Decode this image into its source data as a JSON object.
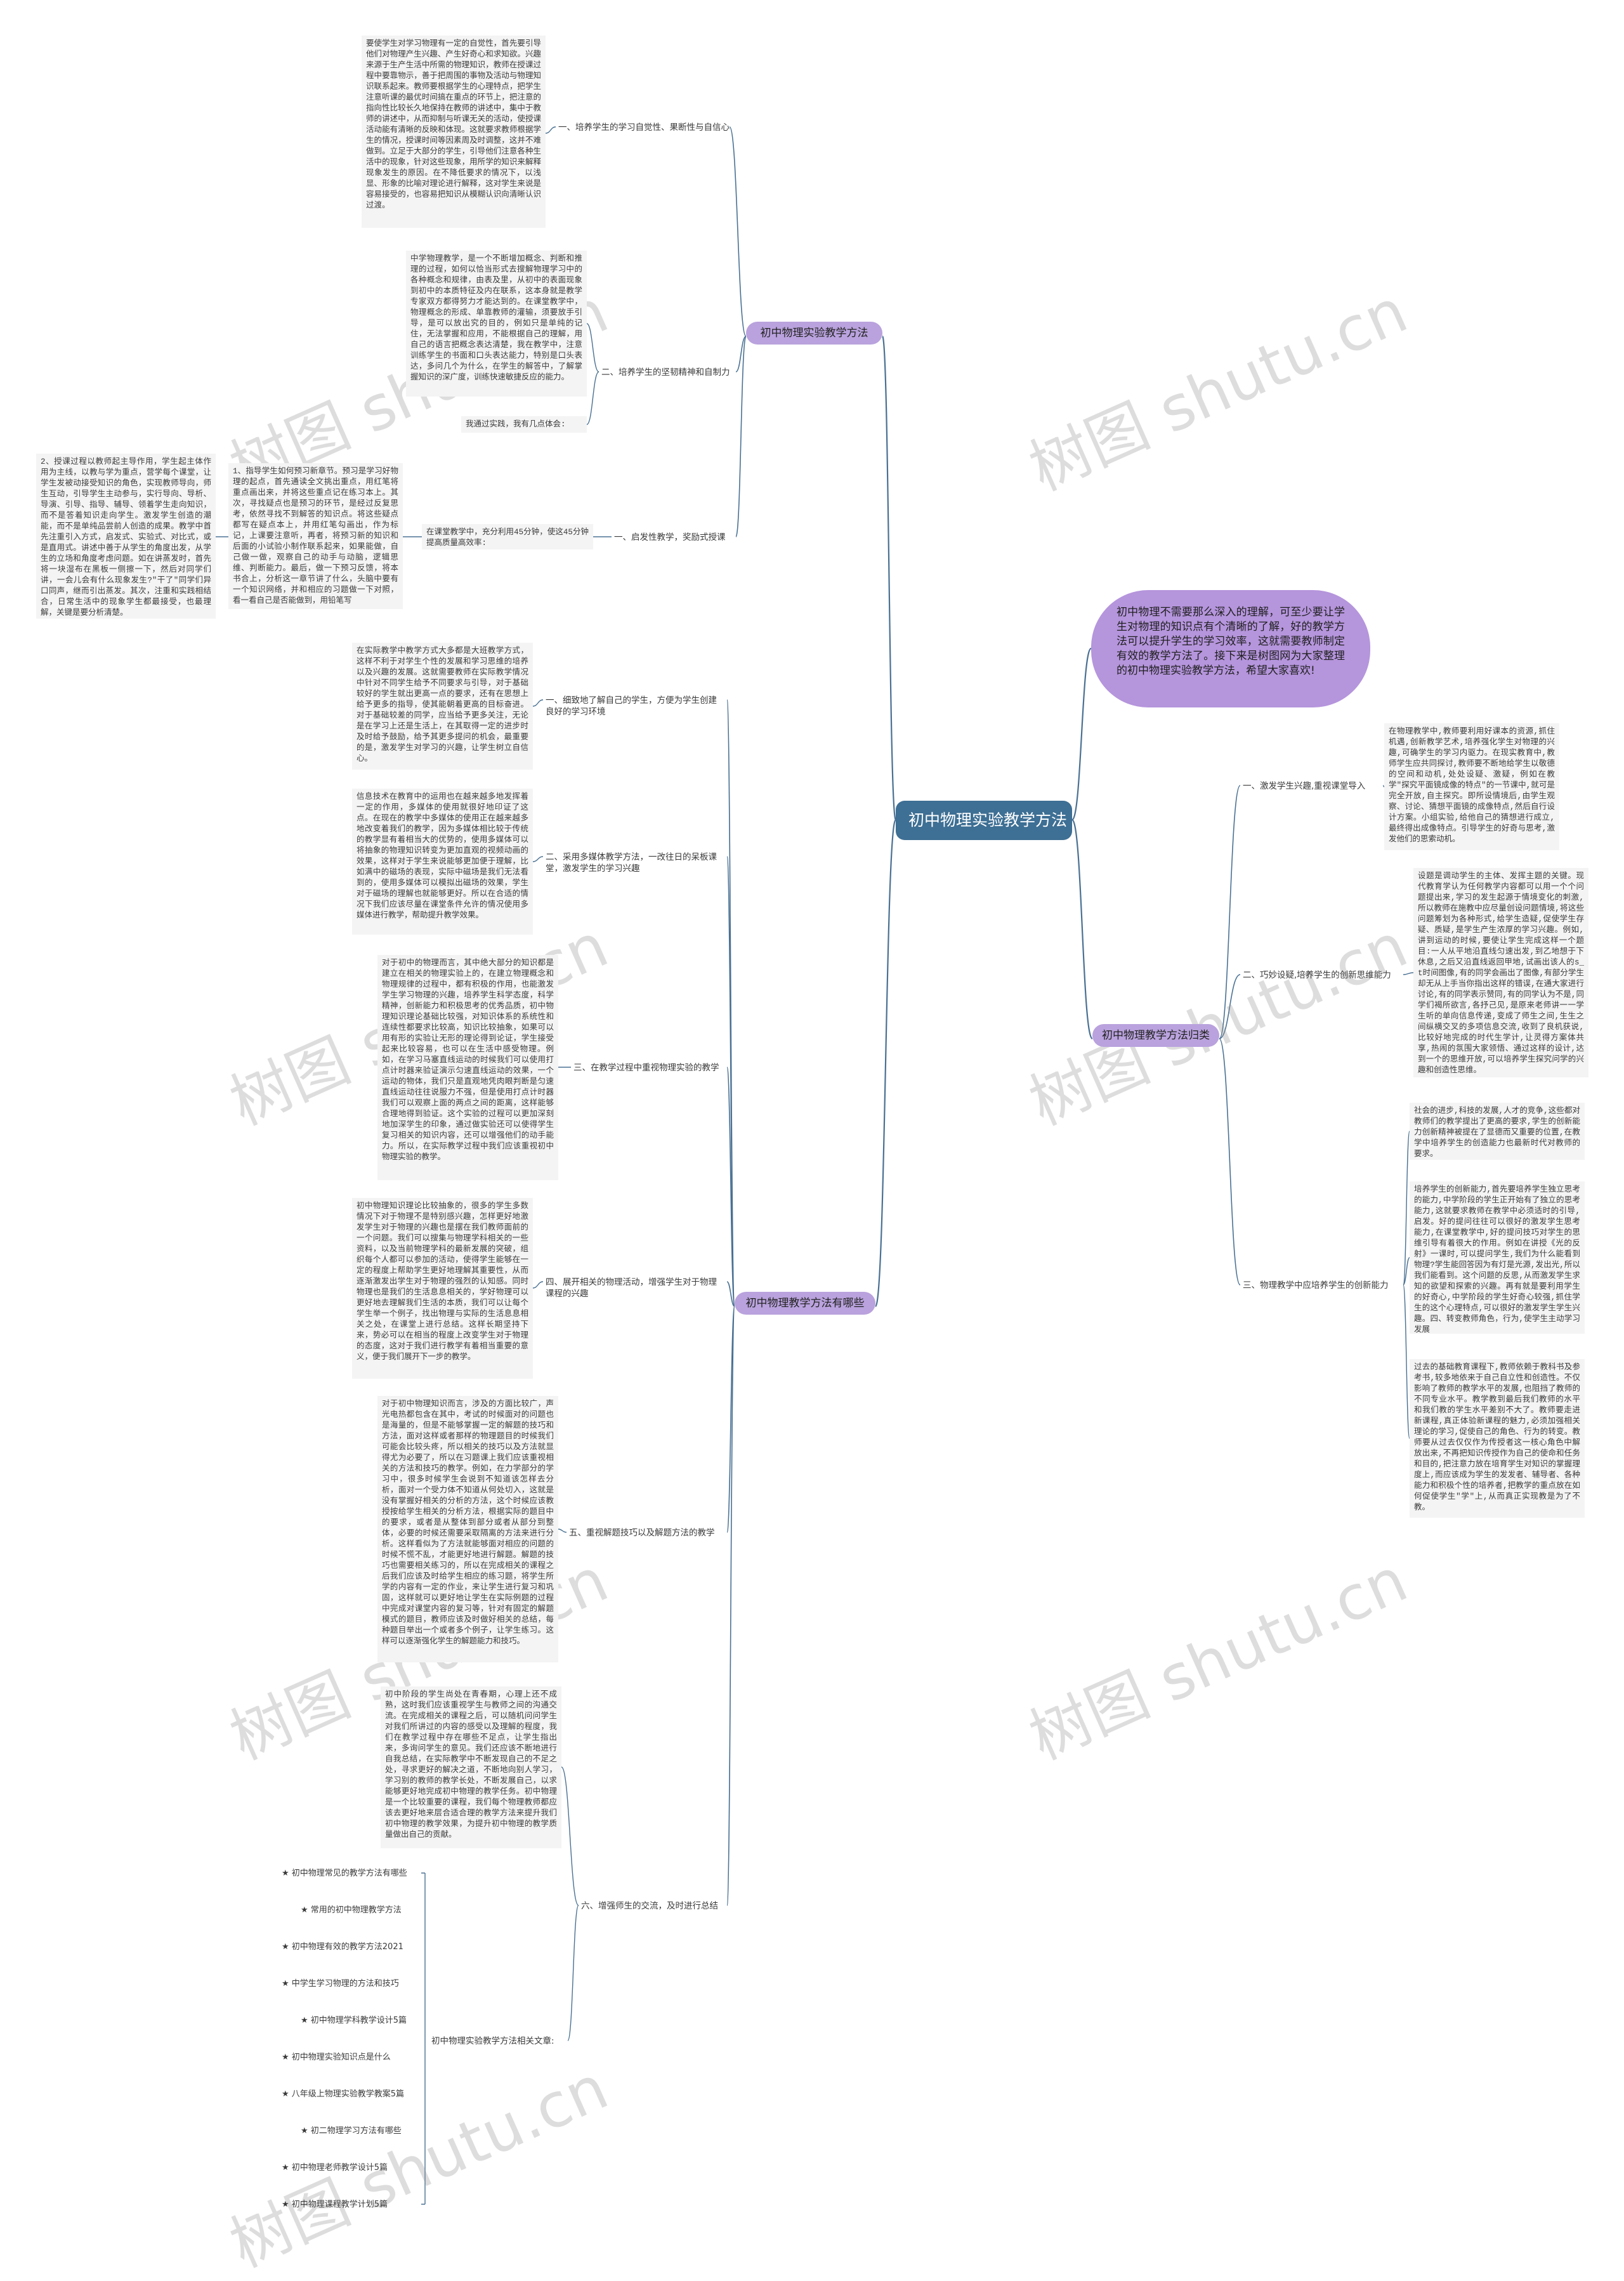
{
  "watermark": "树图 shutu.cn",
  "colors": {
    "root": "#3e6f94",
    "branch": "#b9a2dd",
    "intro": "#b595dc",
    "line": "#4a7193",
    "leaf_bg": "#f4f4f4"
  },
  "root": {
    "title": "初中物理实验教学方法"
  },
  "intro": "初中物理不需要那么深入的理解，可至少要让学生对物理的知识点有个清晰的了解，好的教学方法可以提升学生的学习效率，这就需要教师制定有效的教学方法了。接下来是树图网为大家整理的初中物理实验教学方法，希望大家喜欢!",
  "branch1": {
    "title": "初中物理实验教学方法",
    "sub1": {
      "label": "一、培养学生的学习自觉性、果断性与自信心",
      "text": "要使学生对学习物理有一定的自觉性，首先要引导他们对物理产生兴趣、产生好奇心和求知欲。兴趣来源于生产生活中所需的物理知识，教师在授课过程中要靠物示，善于把周围的事物及活动与物理知识联系起来。教师要根据学生的心理特点，把学生注意听课的最优时间搞在重点的环节上，把注意的指向性比较长久地保持在教师的讲述中，集中于教师的讲述中，从而抑制与听课无关的活动，使授课活动能有清晰的反映和体现。这就要求教师根据学生的情况，授课时间等因素周及时调整，这并不难做到。立足于大部分的学生，引导他们注意各种生活中的现象，针对这些现象，用所学的知识来解释现象发生的原因。在不降低要求的情况下，以浅显、形象的比喻对理论进行解释，这对学生来说是容易接受的，也容易把知识从模糊认识向清晰认识过渡。"
    },
    "sub2": {
      "label": "二、培养学生的坚韧精神和自制力",
      "text": "中学物理教学，是一个不断增加概念、判断和推理的过程，如何以恰当形式去搜解物理学习中的各种概念和规律，由表及里，从初中的表面现象到初中的本质特征及内在联系，这本身就是教学专家双方都得努力才能达到的。在课堂教学中，物理概念的形成、单靠教师的灌输，须要放手引导，是可以放出究的目的，例如只是单纯的记住，无法掌握和应用，不能根据自己的理解，用自己的语言把概念表达清楚，我在教学中，注意训练学生的书面和口头表达能力，特别是口头表达，多问几个为什么，在学生的解答中，了解掌握知识的深广度，训练快速敏捷反应的能力。",
      "extra": "我通过实践，我有几点体会:"
    },
    "sub3": {
      "label": "一、启发性教学，奖励式授课",
      "mid": "在课堂教学中，充分利用45分钟，使这45分钟提高质量高效率:",
      "text1": "1、指导学生如何预习新章节。预习是学习好物理的起点，首先通读全文挑出重点，用红笔将重点画出来，并将这些重点记在练习本上。其次，寻找疑点也是预习的环节，是经过反复思考，依然寻找不到解答的知识点。将这些疑点都写在疑点本上，并用红笔勾画出，作为标记，上课要注意听，再者，将预习新的知识和后面的小试验小制作联系起来，如果能做，自己做一做，观察自己的动手与动脑，逻辑思维、判断能力。最后，做一下预习反馈，将本书合上，分析这一章节讲了什么，头脑中要有一个知识网络，并和相应的习题做一下对照，看一看自己是否能做到，用铅笔写",
      "text2": "2、授课过程以教师起主导作用，学生起主体作用为主线，以教与学为重点，营学每个课堂，让学生发被动接受知识的角色，实现教师导向，师生互动，引导学生主动参与，实行导向、导析、导演、引导、指导、辅导、领着学生走向知识，而不是答着知识走向学生。激发学生创造的潮能，而不是单纯品尝前人创造的成果。教学中首先注重引入方式，启发式、实验式、对比式，或是直用式。讲述中善于从学生的角度出发，从学生的立场和角度考虑问题。如在讲蒸发时，首先将一块湿布在黑板一侧擦一下，然后对同学们讲，一会儿会有什么现象发生?\"干了\"同学们异口同声，继而引出蒸发。其次，注重和实践相结合，日常生活中的现象学生都最接受，也最理解，关键是要分析清楚。"
    }
  },
  "branch2": {
    "title": "初中物理教学方法有哪些",
    "sub1": {
      "label": "一、细致地了解自己的学生，方便为学生创建良好的学习环境",
      "text": "在实际教学中教学方式大多都是大班教学方式，这样不利于对学生个性的发展和学习思维的培养以及兴趣的发展。这就需要教师在实际教学情况中针对不同学生给予不同要求与引导，对于基础较好的学生就出更高一点的要求，还有在思想上给予更多的指导，使其能朝着更高的目标奋进。对于基础较差的同学，应当给予更多关注，无论是在学习上还是生活上，在其取得一定的进步时及时给予鼓励，给予其更多提问的机会，最重要的是，激发学生对学习的兴趣，让学生树立自信心。"
    },
    "sub2": {
      "label": "二、采用多媒体教学方法，一改往日的呆板课堂，激发学生的学习兴趣",
      "text": "信息技术在教育中的运用也在越来越多地发挥着一定的作用，多媒体的使用就很好地印证了这点。在现在的教学中多媒体的使用正在越来越多地改变着我们的教学，因为多媒体相比较于传统的教学显有着相当大的优势的，使用多媒体可以将抽象的物理知识转变为更加直观的视频动画的效果，这样对于学生来说能够更加便于理解，比如满中的磁场的表现，实际中磁场是我们无法看到的，使用多媒体可以模拟出磁场的效果，学生对于磁场的理解也就能够更好。所以在合适的情况下我们应该尽量在课堂条件允许的情况使用多媒体进行教学，帮助提升教学效果。"
    },
    "sub3": {
      "label": "三、在教学过程中重视物理实验的教学",
      "text": "对于初中的物理而言，其中绝大部分的知识都是建立在相关的物理实验上的，在建立物理概念和物理规律的过程中，都有积极的作用，也能激发学生学习物理的兴趣，培养学生科学态度，科学精神，创新能力和积极思考的优秀品质，初中物理知识理论基础比较强，对知识体系的系统性和连续性都要求比较高，知识比较抽象，如果可以用有形的实验让无形的理论得到论证，学生接受起来比较容易，也可以在生活中感受物理。例如，在学习马塞直线运动的时候我们可以使用打点计时器来验证演示匀速直线运动的效果，一个运动的物体，我们只是直观地凭肉眼判断是匀速直线运动往往说服力不强，但是使用打点计时器我们可以观察上面的两点之间的距离，这样能够合理地得到验证。这个实验的过程可以更加深刻地加深学生的印象，通过做实验还可以使得学生复习相关的知识内容，还可以增强他们的动手能力。所以，在实际教学过程中我们应该重视初中物理实验的教学。"
    },
    "sub4": {
      "label": "四、展开相关的物理活动，增强学生对于物理课程的兴趣",
      "text": "初中物理知识理论比较抽象的，很多的学生多数情况下对于物理不是特别感兴趣，怎样更好地激发学生对于物理的兴趣也是摆在我们教师面前的一个问题。我们可以搜集与物理学科相关的一些资料，以及当前物理学科的最新发展的突破，组织每个人都可以参加的活动，使得学生能够在一定的程度上帮助学生更好地理解其重要性，从而逐渐激发出学生对于物理的强烈的认知感。同时物理也是我们的生活息息相关的，学好物理可以更好地去理解我们生活的本质，我们可以让每个学生举一个例子，找出物理与实际的生活息息相关之处，在课堂上进行总结。这样长期坚持下来，势必可以在相当的程度上改变学生对于物理的态度，这对于我们进行教学有着相当重要的意义，便于我们展开下一步的教学。"
    },
    "sub5": {
      "label": "五、重视解题技巧以及解题方法的教学",
      "text": "对于初中物理知识而言，涉及的方面比较广，声光电热都包含在其中，考试的时候面对的问题也是海量的，但是不能够掌握一定的解题的技巧和方法，面对这样或者那样的物理题目的时候我们可能会比较头疼，所以相关的技巧以及方法就显得尤为必要了，所以在习题课上我们应该重视相关的方法和技巧的教学。例如，在力学部分的学习中，很多时候学生会说到不知道该怎样去分析，面对一个受力体不知道从何处切入，这就是没有掌握好相关的分析的方法，这个时候应该教授按给学生相关的分析方法，根据实际的题目中的要求，或者是从整体到部分或者从部分到整体，必要的时候还需要采取隔离的方法来进行分析。这样看似为了方法就能够面对相应的问题的时候不慌不乱，才能更好地进行解题。解题的技巧也需要相关练习的，所以在完成相关的课程之后我们应该及时给学生相应的练习题，将学生所学的内容有一定的作业，来让学生进行复习和巩固，这样就可以更好地让学生在实际例题的过程中完成对课堂内容的复习等，针对有固定的解题模式的题目，教师应该及时做好相关的总结，每种题目举出一个或者多个例子，让学生练习。这样可以逐渐强化学生的解题能力和技巧。"
    },
    "sub6": {
      "label": "六、增强师生的交流，及时进行总结",
      "text": "初中阶段的学生尚处在青春期，心理上还不成熟，这时我们应该重视学生与教师之间的沟通交流。在完成相关的课程之后，可以随机问问学生对我们所讲过的内容的感受以及理解的程度，我们在教学过程中存在哪些不足点，让学生指出来，多询问学生的意见。我们还应该不断地进行自我总结，在实际教学中不断发现自己的不足之处，寻求更好的解决之道，不断地向别人学习，学习别的教师的教学长处，不断发展自己，以求能够更好地完成初中物理的教学任务。初中物理是一个比较重要的课程，我们每个物理教师都应该去更好地来层合适合理的教学方法来提升我们初中物理的教学效果，为提升初中物理的教学质量做出自己的贡献。"
    },
    "related": {
      "label": "初中物理实验教学方法相关文章:",
      "items": [
        "★ 初中物理常见的教学方法有哪些",
        "★ 常用的初中物理教学方法",
        "★ 初中物理有效的教学方法2021",
        "★ 中学生学习物理的方法和技巧",
        "★ 初中物理学科教学设计5篇",
        "★ 初中物理实验知识点是什么",
        "★ 八年级上物理实验教学教案5篇",
        "★ 初二物理学习方法有哪些",
        "★ 初中物理老师教学设计5篇",
        "★ 初中物理课程教学计划5篇"
      ]
    }
  },
  "branch3": {
    "title": "初中物理教学方法归类",
    "sub1": {
      "label": "一、激发学生兴趣,重视课堂导入",
      "text": "在物理教学中,教师要利用好课本的资源,抓住机遇,创新教学艺术,培养强化学生对物理的兴趣,可确学生的学习内驱力。在现实教育中,教师学生应共同探讨,教师要不断地给学生以敬德的空间和动机,处处设疑、激疑，例如在教学\"探究平面镜成像的特点\"的一节课中,就可是完全开放,自主探究。即所设情境后,由学生观察、讨论、猜想平面镜的成像特点,然后自行设计方案。小组实验,给他自己的猜想进行成立,最终得出成像特点。引导学生的好奇与思考,激发他们的思索动机。"
    },
    "sub2": {
      "label": "二、巧妙设疑,培养学生的创新思维能力",
      "text": "设题是调动学生的主体、发挥主题的关键。现代教育学认为任何教学内容都可以用一个个问题提出来,学习的发生起源于情境变化的刺激,所以教师在施教中应尽量创设问题情境,将这些问题筹划为各种形式,给学生造疑,促使学生存疑、质疑,是学生产生浓厚的学习兴趣。例如,讲到运动的时候,要使让学生完成这样一个题目:一人从平地沿直线匀速出发,到乙地想于下休息,之后又沿直线返回甲地,试画出该人的s_t时间图像,有的同学会画出了图像,有部分学生却无从上手当你指出这样的错误,在通大家进行讨论,有的同学表示赞同,有的同学认为不是,同学们褐所欲言,各抒己见,是原来老师讲一一学生听的单向信息传递,变成了师生之间,生生之间纵横交叉的多项信息交流,收到了良机获说,比较好地完成的时代生学计,让灵得方案体共享,热闹的氛围大家领悟、通过这样的设计,达到一个的思维开放,可以培养学生探究问学的兴趣和创造性思维。"
    },
    "sub3": {
      "label": "三、物理教学中应培养学生的创新能力",
      "text1": "社会的进步,科技的发展,人才的竞争,这些都对教师们的教学提出了更高的要求,学生的创新能力创新精神被提在了显德而又重要的位置,在教学中培养学生的创造能力也最新时代对教师的要求。",
      "text2": "培养学生的创新能力,首先要培养学生独立思考的能力,中学阶段的学生正开始有了独立的思考能力,这就要求教师在教学中必须适时的引导,启发。好的提问往往可以很好的激发学生思考能力,在课堂教学中,好的提问技巧对学生的思维引导有着很大的作用。例如在讲授《光的反射》一课时,可以提问学生,我们为什么能看到物理?学生能回答因为有灯是光源,发出光,所以我们能看到。这个问题的反思,从而激发学生求知的欲望和探索的兴趣。再有就是要利用学生的好奇心,中学阶段的学生好奇心较强,抓住学生的这个心理特点,可以很好的激发学生学生兴趣。四、转变教师角色，行为,使学生主动学习发展",
      "text3": "过去的基础教育课程下,教师依赖于教科书及参考书,较多地依来于自己自立性和创造性。不仅影响了教师的教学水平的发展,也阻挡了教师的不同专业水平。教学教到最后我们教师的水平和我们教的学生水平差别不大了。教师要走进新课程,真正体验新课程的魅力,必须加强相关理论的学习,促使自己的角色、行为的转变。教师要从过去仅仅作为传授者这一核心角色中解放出来,不再把知识传授作为自己的使命和任务和目的,把注意力放在培育学生对知识的掌握理度上,而应该成为学生的发发者、辅导者、各种能力和积极个性的培养者,把教学的重点放在如何促使学生\"学\"上,从而真正实现教是为了不教。"
    }
  }
}
